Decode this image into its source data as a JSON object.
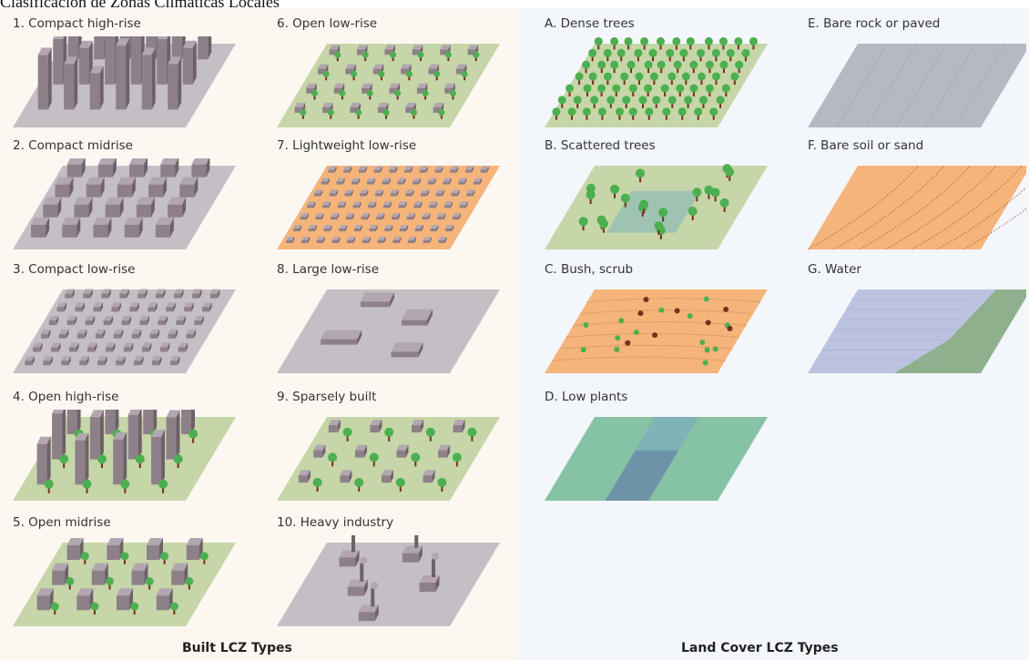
{
  "title": "Clasificación de Zonas Climáticas Locales",
  "built": {
    "heading": "Built LCZ Types",
    "items": [
      {
        "id": "lcz-1",
        "label": "1. Compact high-rise"
      },
      {
        "id": "lcz-2",
        "label": "2. Compact midrise"
      },
      {
        "id": "lcz-3",
        "label": "3. Compact low-rise"
      },
      {
        "id": "lcz-4",
        "label": "4. Open high-rise"
      },
      {
        "id": "lcz-5",
        "label": "5. Open midrise"
      },
      {
        "id": "lcz-6",
        "label": "6. Open low-rise"
      },
      {
        "id": "lcz-7",
        "label": "7. Lightweight low-rise"
      },
      {
        "id": "lcz-8",
        "label": "8. Large low-rise"
      },
      {
        "id": "lcz-9",
        "label": "9. Sparsely built"
      },
      {
        "id": "lcz-10",
        "label": "10. Heavy industry"
      }
    ]
  },
  "land": {
    "heading": "Land Cover LCZ Types",
    "items": [
      {
        "id": "lcz-a",
        "label": "A. Dense trees"
      },
      {
        "id": "lcz-b",
        "label": "B. Scattered trees"
      },
      {
        "id": "lcz-c",
        "label": "C. Bush, scrub"
      },
      {
        "id": "lcz-d",
        "label": "D. Low plants"
      },
      {
        "id": "lcz-e",
        "label": "E. Bare rock or paved"
      },
      {
        "id": "lcz-f",
        "label": "F. Bare soil or sand"
      },
      {
        "id": "lcz-g",
        "label": "G. Water"
      }
    ]
  },
  "colors": {
    "built_bg": "#fdf7f2",
    "land_bg": "#f3f6fb",
    "building_top": "#b2a6b0",
    "building_left": "#8e8089",
    "building_right": "#6e6169",
    "ground_grey": "#c4bfc4",
    "ground_green": "#c6d6a8",
    "ground_orange": "#f5b47a",
    "tree_green": "#4caf50",
    "tree_dark": "#2e7d32",
    "trunk": "#7a2e1c",
    "paved": "#b6b9c2",
    "water": "#bcc3e0",
    "water_bank": "#8fb08c",
    "low_plants": "#86c2a4",
    "low_plants_dark": "#6e93a8"
  }
}
